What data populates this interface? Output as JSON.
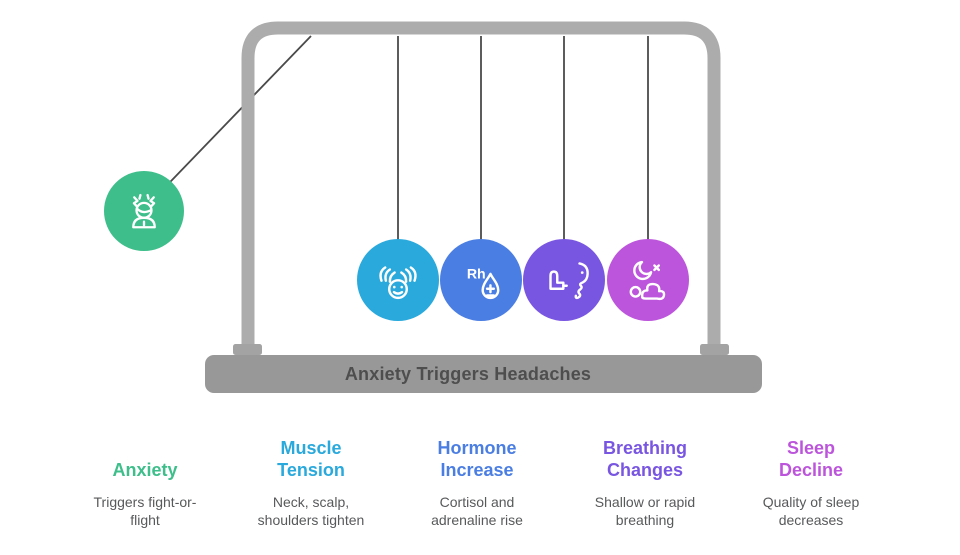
{
  "diagram": {
    "title": "Anxiety Triggers Headaches",
    "title_color": "#4e4e4e",
    "frame_color": "#acacac",
    "foot_color": "#a3a3a3",
    "base_color": "#989898",
    "string_color": "#4a4a4a"
  },
  "balls": [
    {
      "id": "anxiety",
      "color": "#3dbe8a",
      "icon": "stressed-person-icon"
    },
    {
      "id": "muscle-tension",
      "color": "#29a9dc",
      "icon": "massage-hands-face-icon"
    },
    {
      "id": "hormone-increase",
      "color": "#4b7ee2",
      "icon": "blood-type-drop-icon",
      "icon_label": "Rh"
    },
    {
      "id": "breathing-changes",
      "color": "#7956e1",
      "icon": "inhaler-face-icon"
    },
    {
      "id": "sleep-decline",
      "color": "#bc55dc",
      "icon": "insomnia-moon-icon"
    }
  ],
  "legend": [
    {
      "heading": "Anxiety",
      "color": "#3dbe8a",
      "description": "Triggers fight-or-flight"
    },
    {
      "heading": "Muscle Tension",
      "color": "#29a9dc",
      "description": "Neck, scalp, shoulders tighten"
    },
    {
      "heading": "Hormone Increase",
      "color": "#4b7ee2",
      "description": "Cortisol and adrenaline rise"
    },
    {
      "heading": "Breathing Changes",
      "color": "#7956e1",
      "description": "Shallow or rapid breathing"
    },
    {
      "heading": "Sleep Decline",
      "color": "#bc55dc",
      "description": "Quality of sleep decreases"
    }
  ]
}
